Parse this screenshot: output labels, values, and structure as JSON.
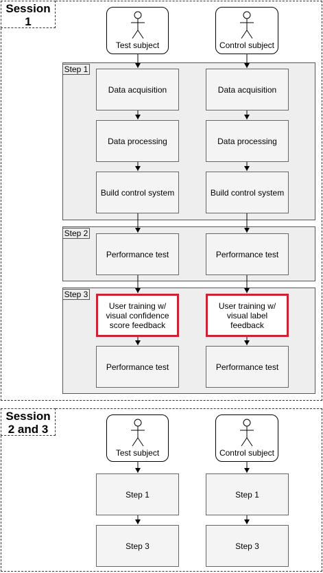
{
  "session1": {
    "label": "Session\n1",
    "test_subject": "Test subject",
    "control_subject": "Control subject",
    "step1": {
      "label": "Step 1",
      "test": [
        "Data acquisition",
        "Data processing",
        "Build control system"
      ],
      "control": [
        "Data acquisition",
        "Data processing",
        "Build control system"
      ]
    },
    "step2": {
      "label": "Step 2",
      "test": "Performance test",
      "control": "Performance test"
    },
    "step3": {
      "label": "Step 3",
      "test_training": "User training w/ visual confidence score feedback",
      "control_training": "User training w/ visual label feedback",
      "test_perf": "Performance test",
      "control_perf": "Performance test"
    }
  },
  "session23": {
    "label": "Session\n2 and 3",
    "test_subject": "Test subject",
    "control_subject": "Control subject",
    "test_steps": [
      "Step 1",
      "Step 3"
    ],
    "control_steps": [
      "Step 1",
      "Step 3"
    ]
  },
  "colors": {
    "highlight_border": "#cc2233",
    "step_fill": "#eeeeee",
    "box_fill": "#f4f4f4"
  },
  "icons": {
    "actor": "stick-figure-icon"
  }
}
